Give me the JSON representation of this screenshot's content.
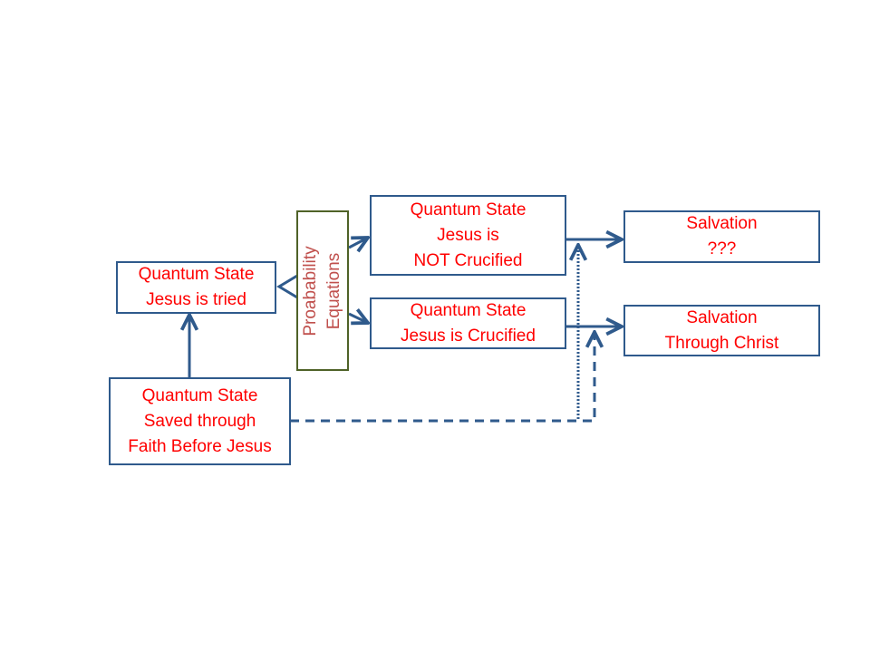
{
  "diagram": {
    "nodes": {
      "tried": {
        "lines": [
          "Quantum State",
          "Jesus is tried"
        ]
      },
      "probability": {
        "lines": [
          "Proabability",
          "Equations"
        ]
      },
      "not_crucified": {
        "lines": [
          "Quantum State",
          "Jesus is",
          "NOT Crucified"
        ]
      },
      "crucified": {
        "lines": [
          "Quantum State",
          "Jesus is Crucified"
        ]
      },
      "salvation_unknown": {
        "lines": [
          "Salvation",
          "???"
        ]
      },
      "salvation_christ": {
        "lines": [
          "Salvation",
          "Through Christ"
        ]
      },
      "saved_faith": {
        "lines": [
          "Quantum State",
          "Saved through",
          "Faith Before Jesus"
        ]
      }
    },
    "colors": {
      "box_border": "#2f5a8c",
      "prob_border": "#4f6228",
      "text": "#ff0000",
      "prob_text": "#c0504d",
      "connector": "#2f5a8c"
    }
  }
}
